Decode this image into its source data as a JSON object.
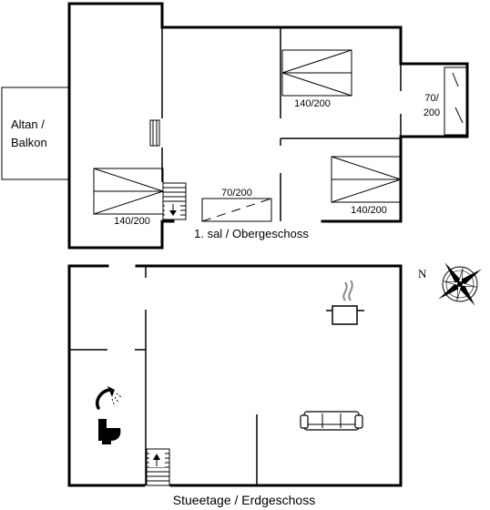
{
  "upper_floor": {
    "title": "1. sal / Obergeschoss",
    "balcony_line1": "Altan /",
    "balcony_line2": "Balkon",
    "beds": {
      "top_right": "140/200",
      "mid_right": "140/200",
      "left": "140/200",
      "center": "70/200",
      "alcove_line1": "70/",
      "alcove_line2": "200"
    }
  },
  "ground_floor": {
    "title": "Stueetage / Erdgeschoss"
  },
  "compass": {
    "north_letter": "N"
  },
  "icons": [
    "bed-icon",
    "stairs-icon",
    "shower-icon",
    "toilet-icon",
    "cooking-pot-icon",
    "sofa-icon",
    "compass-rose-icon"
  ]
}
